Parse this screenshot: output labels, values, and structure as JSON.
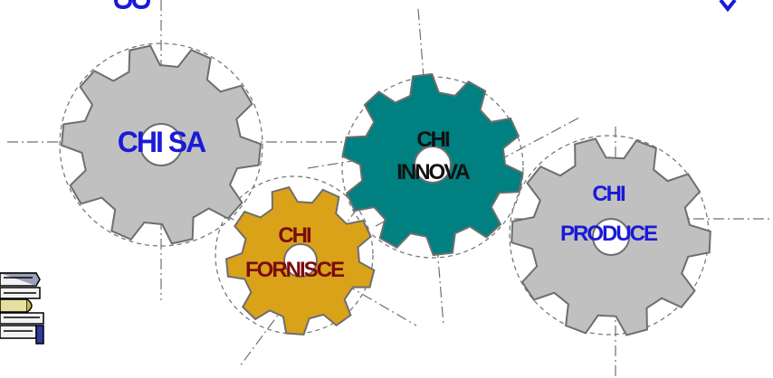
{
  "gears": [
    {
      "id": "chi-sa",
      "lines": [
        "CHI SA"
      ],
      "fill": "#c0c0c0",
      "text_color": "#1a1ad8"
    },
    {
      "id": "chi-fornisce",
      "lines": [
        "CHI",
        "FORNISCE"
      ],
      "fill": "#d9a219",
      "text_color": "#7a0c0c"
    },
    {
      "id": "chi-innova",
      "lines": [
        "CHI",
        "INNOVA"
      ],
      "fill": "#008080",
      "text_color": "#111111"
    },
    {
      "id": "chi-produce",
      "lines": [
        "CHI",
        "PRODUCE"
      ],
      "fill": "#c0c0c0",
      "text_color": "#1a1ad8"
    }
  ],
  "decor": {
    "top_text_color": "#1a1ad8",
    "books_icon": "stack-of-books-icon"
  }
}
